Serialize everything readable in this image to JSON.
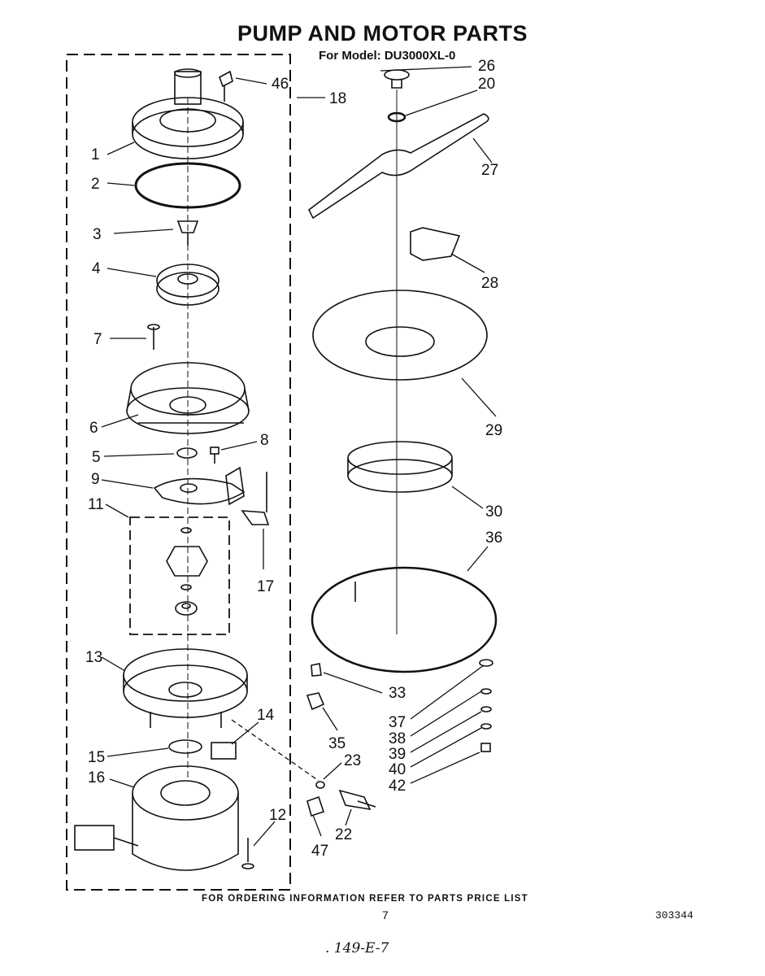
{
  "title": "PUMP AND MOTOR PARTS",
  "model": "For Model: DU3000XL-0",
  "footer": "FOR ORDERING INFORMATION REFER TO PARTS PRICE LIST",
  "page_number": "7",
  "doc_number": "303344",
  "handwritten_note": ". 149-E-7",
  "callouts": {
    "c1": "1",
    "c2": "2",
    "c3": "3",
    "c4": "4",
    "c5": "5",
    "c6": "6",
    "c7": "7",
    "c8": "8",
    "c9": "9",
    "c11": "11",
    "c12": "12",
    "c13": "13",
    "c14": "14",
    "c15": "15",
    "c16": "16",
    "c17": "17",
    "c18": "18",
    "c20": "20",
    "c22": "22",
    "c23": "23",
    "c26": "26",
    "c27": "27",
    "c28": "28",
    "c29": "29",
    "c30": "30",
    "c33": "33",
    "c35": "35",
    "c36": "36",
    "c37": "37",
    "c38": "38",
    "c39": "39",
    "c40": "40",
    "c42": "42",
    "c46": "46",
    "c47": "47"
  }
}
